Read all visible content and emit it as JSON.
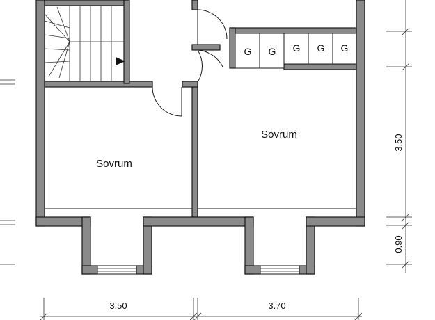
{
  "rooms": [
    {
      "label": "Sovrum"
    },
    {
      "label": "Sovrum"
    }
  ],
  "wardrobes": [
    "G",
    "G",
    "G",
    "G",
    "G"
  ],
  "dimensions": {
    "bottom_left": "3.50",
    "bottom_right": "3.70",
    "right_upper": "3.50",
    "right_lower": "0.90"
  }
}
